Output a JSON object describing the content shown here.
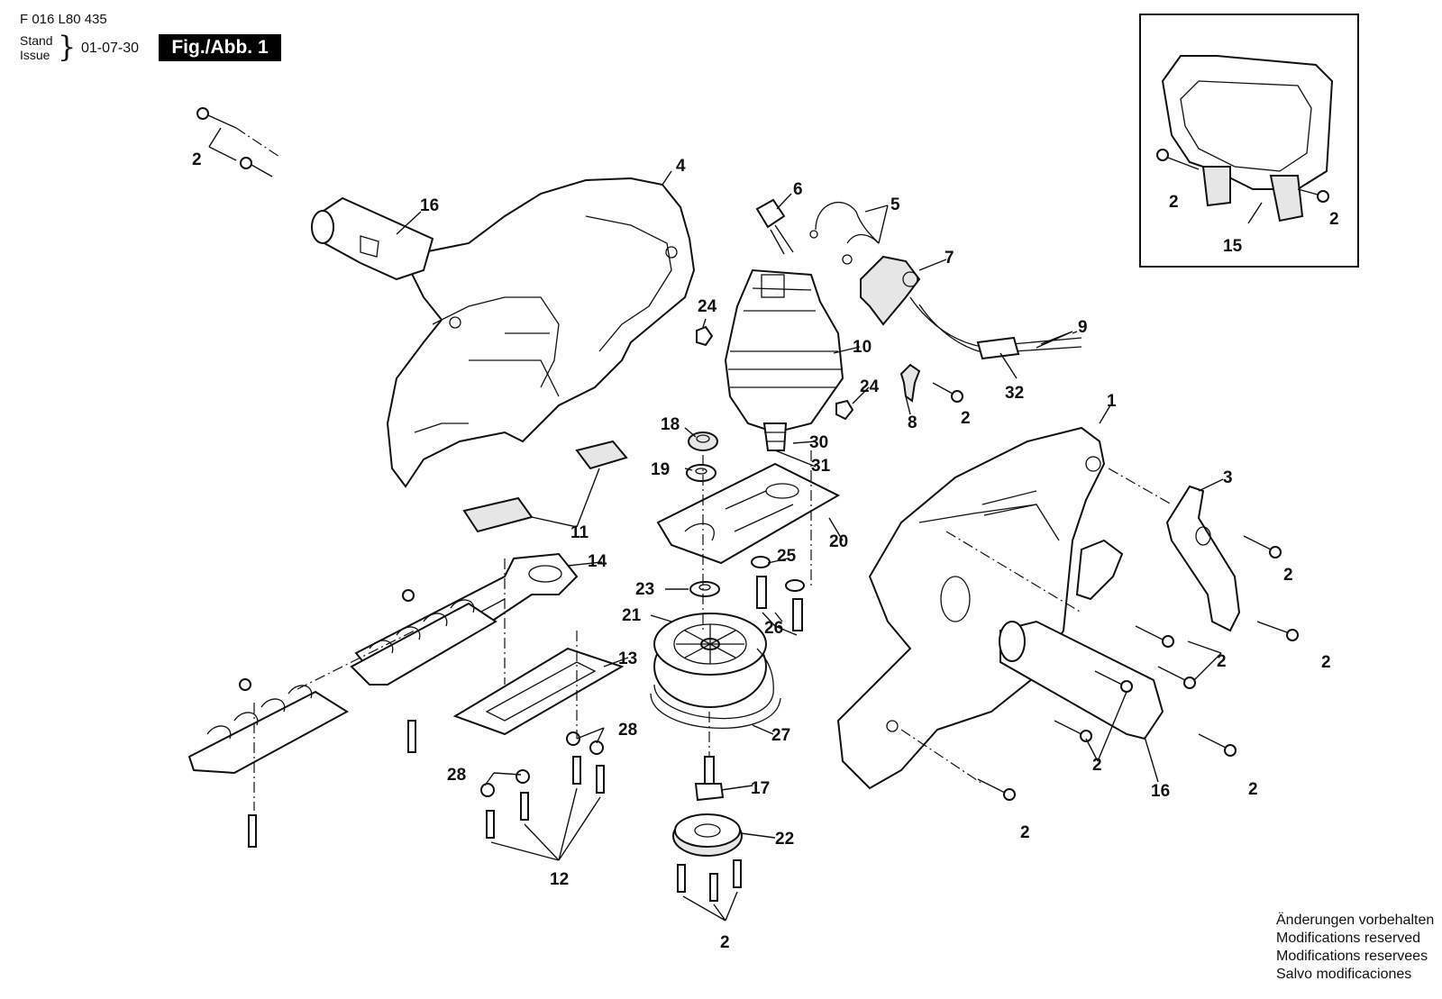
{
  "header": {
    "doc_number": "F 016 L80 435",
    "stand_label": "Stand",
    "issue_label": "Issue",
    "date": "01-07-30",
    "figure": "Fig./Abb. 1"
  },
  "part_labels": [
    {
      "id": "p1",
      "text": "2"
    },
    {
      "id": "p2",
      "text": "4"
    },
    {
      "id": "p3",
      "text": "16"
    },
    {
      "id": "p4",
      "text": "6"
    },
    {
      "id": "p5",
      "text": "5"
    },
    {
      "id": "p6",
      "text": "7"
    },
    {
      "id": "p7",
      "text": "9"
    },
    {
      "id": "p8",
      "text": "32"
    },
    {
      "id": "p9",
      "text": "24"
    },
    {
      "id": "p10",
      "text": "10"
    },
    {
      "id": "p11",
      "text": "24"
    },
    {
      "id": "p12",
      "text": "8"
    },
    {
      "id": "p13",
      "text": "2"
    },
    {
      "id": "p14",
      "text": "1"
    },
    {
      "id": "p15",
      "text": "18"
    },
    {
      "id": "p16",
      "text": "30"
    },
    {
      "id": "p17",
      "text": "19"
    },
    {
      "id": "p18",
      "text": "31"
    },
    {
      "id": "p19",
      "text": "20"
    },
    {
      "id": "p20",
      "text": "3"
    },
    {
      "id": "p21",
      "text": "11"
    },
    {
      "id": "p22",
      "text": "14"
    },
    {
      "id": "p23",
      "text": "25"
    },
    {
      "id": "p24",
      "text": "23"
    },
    {
      "id": "p25",
      "text": "21"
    },
    {
      "id": "p26",
      "text": "26"
    },
    {
      "id": "p27",
      "text": "13"
    },
    {
      "id": "p28",
      "text": "2"
    },
    {
      "id": "p29",
      "text": "2"
    },
    {
      "id": "p30",
      "text": "2"
    },
    {
      "id": "p31",
      "text": "28"
    },
    {
      "id": "p32",
      "text": "27"
    },
    {
      "id": "p33",
      "text": "28"
    },
    {
      "id": "p34",
      "text": "17"
    },
    {
      "id": "p35",
      "text": "2"
    },
    {
      "id": "p36",
      "text": "16"
    },
    {
      "id": "p37",
      "text": "2"
    },
    {
      "id": "p38",
      "text": "22"
    },
    {
      "id": "p39",
      "text": "2"
    },
    {
      "id": "p40",
      "text": "12"
    },
    {
      "id": "p41",
      "text": "2"
    }
  ],
  "inset": {
    "labels": [
      {
        "id": "i1",
        "text": "2"
      },
      {
        "id": "i2",
        "text": "2"
      },
      {
        "id": "i3",
        "text": "15"
      }
    ]
  },
  "notes": [
    "Änderungen vorbehalten",
    "Modifications reserved",
    "Modifications reservees",
    "Salvo modificaciones"
  ]
}
